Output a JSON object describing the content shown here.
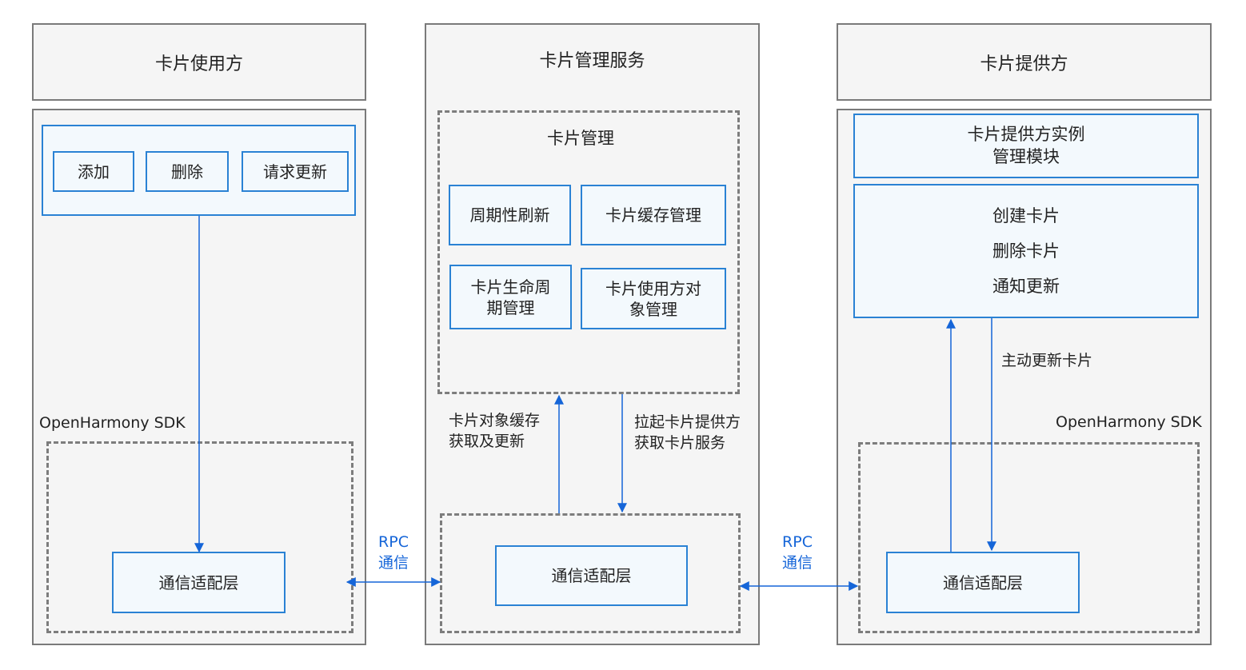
{
  "columns": {
    "consumer": {
      "title": "卡片使用方",
      "buttons": [
        "添加",
        "删除",
        "请求更新"
      ],
      "sdk_label": "OpenHarmony SDK",
      "adapter": "通信适配层"
    },
    "service": {
      "title": "卡片管理服务",
      "management_title": "卡片管理",
      "modules": [
        "周期性刷新",
        "卡片缓存管理",
        "卡片生命周\n期管理",
        "卡片使用方对\n象管理"
      ],
      "arrow_up_label": "卡片对象缓存\n获取及更新",
      "arrow_down_label": "拉起卡片提供方\n获取卡片服务",
      "adapter": "通信适配层"
    },
    "provider": {
      "title": "卡片提供方",
      "instance_module": "卡片提供方实例\n管理模块",
      "actions": [
        "创建卡片",
        "删除卡片",
        "通知更新"
      ],
      "active_update_label": "主动更新卡片",
      "sdk_label": "OpenHarmony SDK",
      "adapter": "通信适配层"
    }
  },
  "rpc_left": "RPC\n通信",
  "rpc_right": "RPC\n通信",
  "colors": {
    "accent_blue": "#2a82d4",
    "rpc_blue": "#1565d8",
    "border_gray": "#7a7a7a"
  }
}
